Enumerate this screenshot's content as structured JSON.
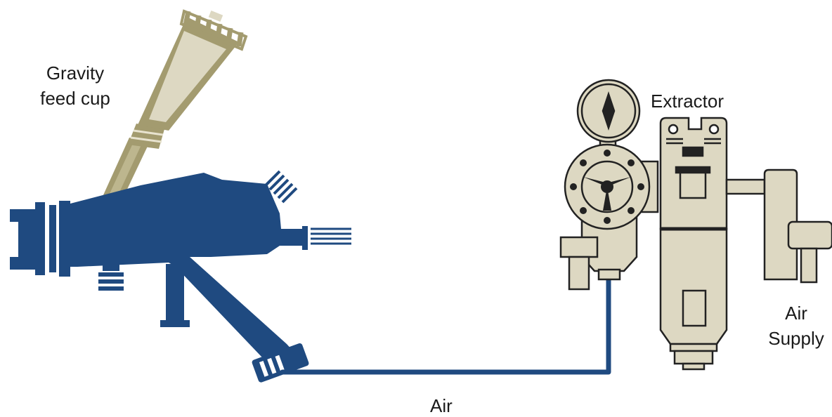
{
  "labels": {
    "gravity_cup": [
      "Gravity",
      "feed cup"
    ],
    "extractor": "Extractor",
    "air_supply": [
      "Air",
      "Supply"
    ],
    "air": "Air"
  },
  "colors": {
    "gun_blue": "#1f4a80",
    "cup_olive": "#a39b6f",
    "cup_light": "#ddd8c2",
    "cup_dark": "#7a7250",
    "regulator_fill": "#ddd8c2",
    "outline": "#222222",
    "background": "#ffffff"
  },
  "icons": [
    "spray-gun-icon",
    "gravity-feed-cup-icon",
    "pressure-gauge-icon",
    "air-regulator-icon",
    "extractor-filter-icon"
  ]
}
